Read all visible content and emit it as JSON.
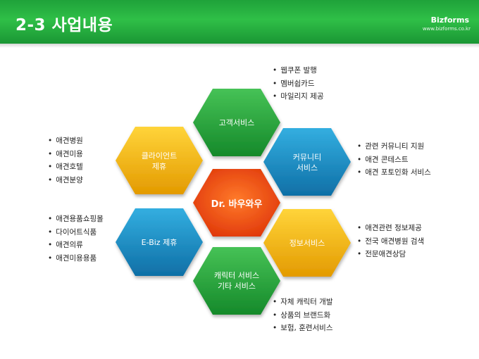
{
  "header": {
    "title": "2-3 사업내용",
    "brand": "Bizforms",
    "url": "www.bizforms.co.kr"
  },
  "center": {
    "label": "Dr. 바우와우"
  },
  "hexes": {
    "customer": {
      "label": "고객서비스",
      "color": "green"
    },
    "community": {
      "label": "커뮤니티\n서비스",
      "color": "blue"
    },
    "info": {
      "label": "정보서비스",
      "color": "yellow"
    },
    "character": {
      "label": "캐릭터 서비스\n기타 서비스",
      "color": "green"
    },
    "ebiz": {
      "label": "E-Biz 제휴",
      "color": "blue"
    },
    "client": {
      "label": "클라이언트\n제휴",
      "color": "yellow"
    }
  },
  "lists": {
    "customer": [
      "웹쿠폰 발행",
      "멤버쉽카드",
      "마일리지 제공"
    ],
    "community": [
      "관련 커뮤니티 지원",
      "애견 콘테스트",
      "애견 포토인화 서비스"
    ],
    "info": [
      "애견관련 정보제공",
      "전국 애견병원 검색",
      "전문애견상담"
    ],
    "character": [
      "자체 캐릭터 개발",
      "상품의 브랜드화",
      "보험, 훈련서비스"
    ],
    "ebiz": [
      "애견용품쇼핑몰",
      "다이어트식품",
      "애견의류",
      "애견미용용품"
    ],
    "client": [
      "애견병원",
      "애견미용",
      "애견호텔",
      "애견분양"
    ]
  },
  "colors": {
    "green": "#23a83a",
    "blue": "#1a8fc8",
    "yellow": "#f2b400",
    "orange": "#f04a10",
    "header": "#22a63c"
  }
}
